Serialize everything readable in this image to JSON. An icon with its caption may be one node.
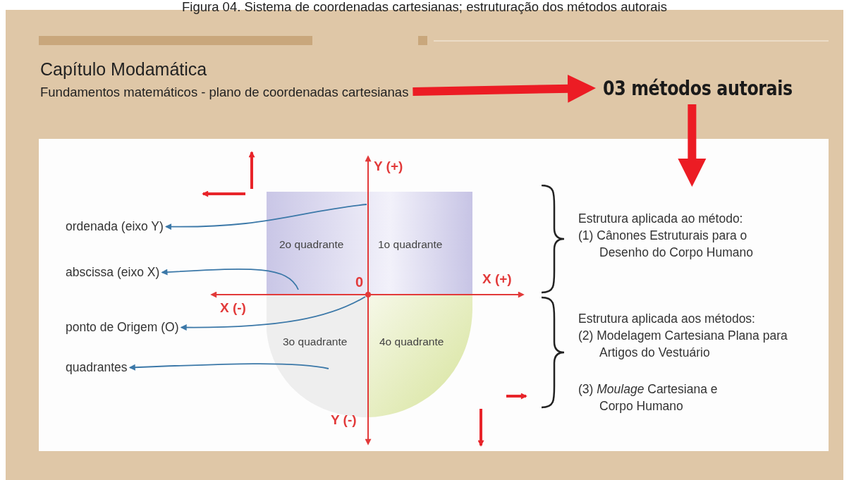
{
  "diagram": {
    "caption": "Figura 04. Sistema de coordenadas cartesianas; estruturação dos métodos autorais",
    "nodes": [
      {
        "text": [
          "Capítulo Modamática",
          "Fundamentos matemáticos - plano de coordenadas cartesianas"
        ]
      },
      {
        "text": [
          "03 métodos autorais"
        ]
      },
      {
        "text": [],
        "shape": "box"
      },
      {
        "text": [
          "ordenada (eixo Y)"
        ],
        "in": 2
      },
      {
        "text": [
          "abscissa (eixo X)"
        ],
        "in": 2
      },
      {
        "text": [
          "ponto de Origem (O)"
        ],
        "in": 2
      },
      {
        "text": [
          "quadrantes"
        ],
        "in": 2
      },
      {
        "text": [
          "Estrutura aplicada ao método:",
          "(1) Cânones Estruturais para o Desenho do Corpo Humano",
          "Estrutura aplicada aos métodos:",
          "(2) Modelagem Cartesiana Plana para Artigos do Vestuário",
          "(3) *Moulage* Cartesiana e Corpo Humano"
        ],
        "in": 2
      },
      {
        "text": [],
        "shape": "bar",
        "in": 2
      },
      {
        "text": [],
        "shape": "bar",
        "in": 2
      },
      {
        "text": [],
        "shape": "circle"
      },
      {
        "text": [],
        "shape": "box",
        "in": 2
      }
    ],
    "edges": [
      {
        "from": 0,
        "to": 1,
        "arrow": "to",
        "style": "thick",
        "color": "#ec1c24"
      },
      {
        "from": 1,
        "to": 7,
        "arrow": "to",
        "style": "thick",
        "color": "#ec1c24"
      },
      {
        "from": 8,
        "to": 3,
        "arrow": "to"
      },
      {
        "from": 11,
        "to": 4,
        "arrow": "to"
      },
      {
        "from": 10,
        "to": 5,
        "arrow": "to"
      },
      {
        "from": 11,
        "to": 6,
        "arrow": "to"
      }
    ],
    "labels": [
      "Y (+)",
      "2o quadrante",
      "1o quadrante",
      "0",
      "X (+)",
      "X (-)",
      "3o quadrante",
      "4o quadrante",
      "Y (-)"
    ]
  }
}
